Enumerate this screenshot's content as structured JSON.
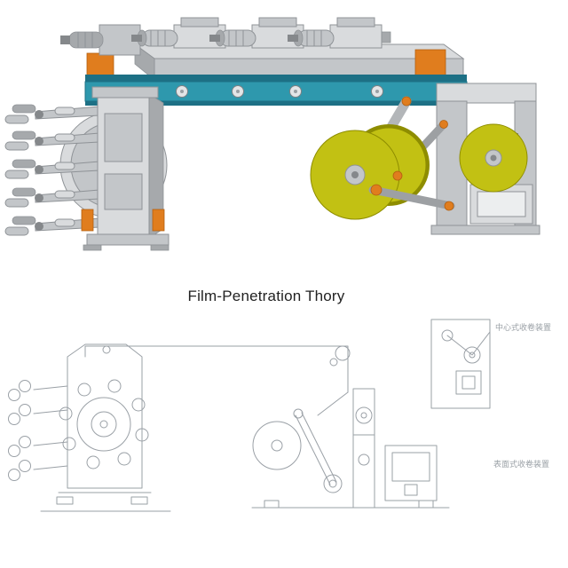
{
  "title": {
    "text": "Film-Penetration Thory"
  },
  "schematic": {
    "annotation_top_right": "中心式收卷装置",
    "annotation_bottom_right": "表面式收卷装置"
  },
  "colors": {
    "background": "#ffffff",
    "frame_teal": "#2e98ad",
    "frame_teal_dark": "#1d7085",
    "machine_gray_light": "#d9dbdd",
    "machine_gray": "#c3c6c9",
    "machine_gray_dark": "#a6a9ac",
    "machine_gray_deep": "#85888b",
    "accent_orange": "#e07d1e",
    "roll_yellow": "#c2c113",
    "roll_yellow_dark": "#8e8d00",
    "outline": "#8f9397",
    "schematic_line": "#9aa0a6",
    "title_color": "#222222"
  }
}
